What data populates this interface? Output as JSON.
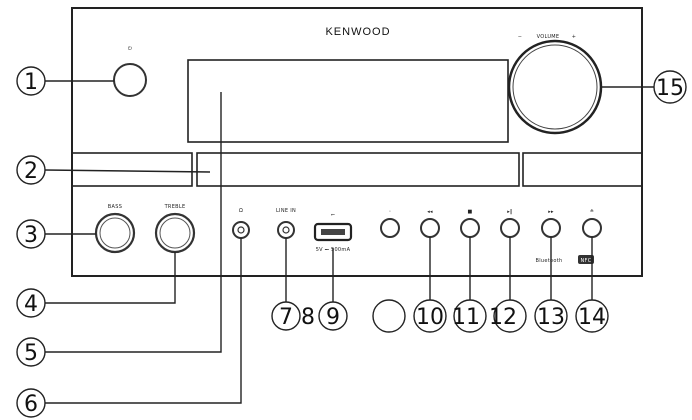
{
  "brand": "KENWOOD",
  "labels": {
    "power_symbol": "⏻",
    "volume_minus": "−",
    "volume": "VOLUME",
    "volume_plus": "+",
    "bass": "BASS",
    "treble": "TREBLE",
    "headphone_symbol": "Ω",
    "line_in": "LINE IN",
    "usb_symbol": "⭠",
    "usb_sub": "5V ⎓ 500mA",
    "bluetooth": "Bluetooth",
    "nfc": "NFC"
  },
  "callouts": {
    "c1": "1",
    "c2": "2",
    "c3": "3",
    "c4": "4",
    "c5": "5",
    "c6": "6",
    "c7": "7",
    "c8": "8",
    "c9": "9",
    "c10": "10",
    "c11": "11",
    "c12": "12",
    "c13": "13",
    "c14": "14",
    "c15": "15"
  },
  "colors": {
    "panel_stroke": "#222222",
    "knob_stroke": "#333333",
    "background": "#ffffff"
  }
}
